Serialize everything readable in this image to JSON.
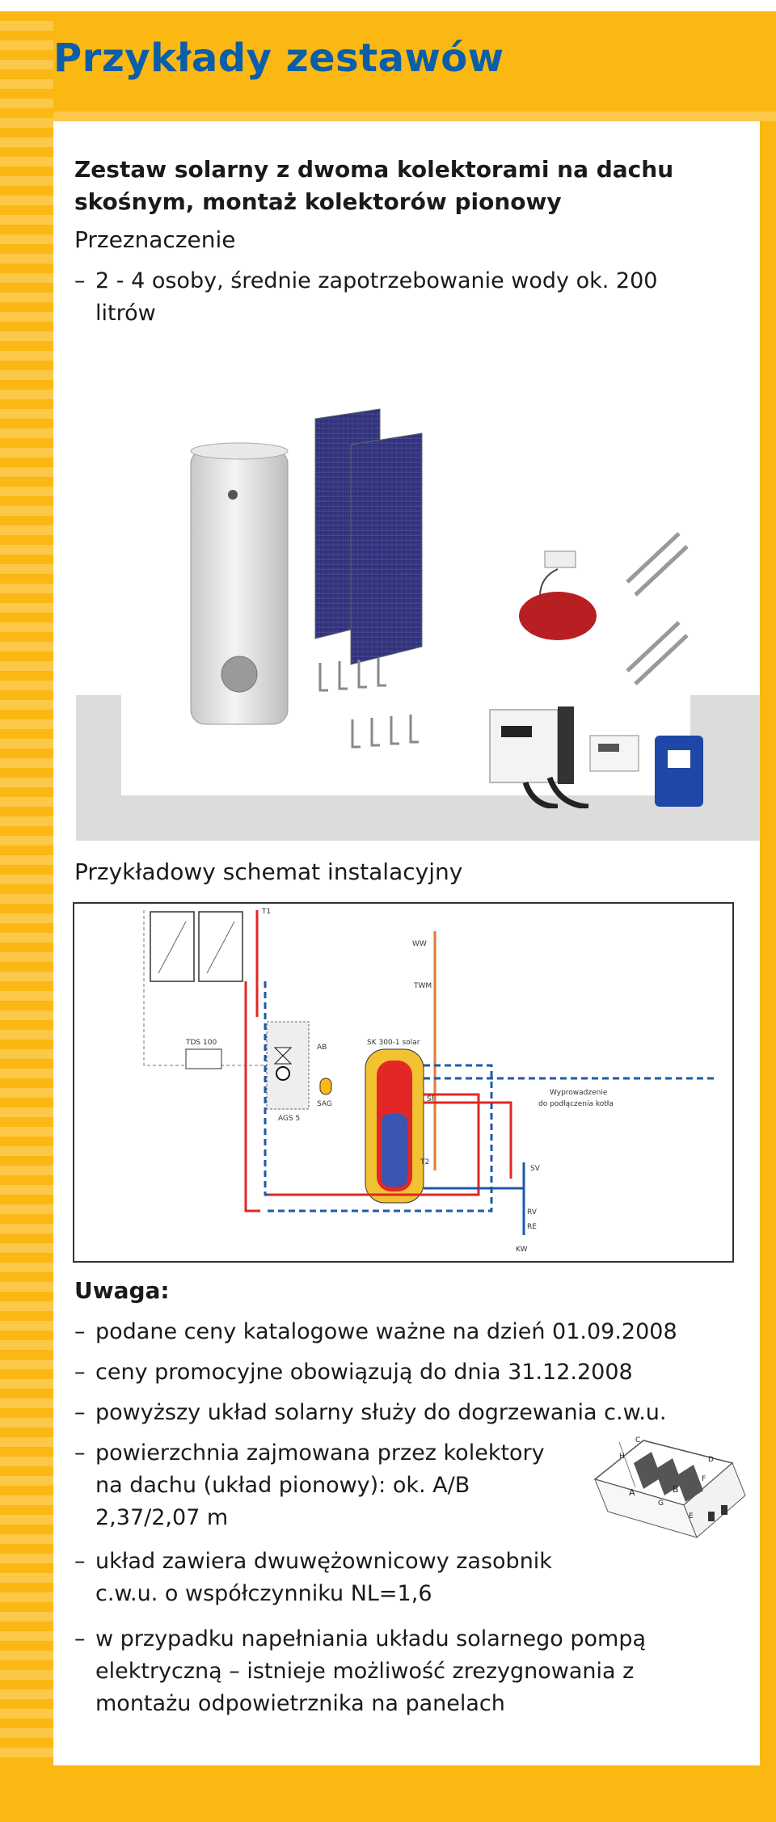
{
  "header": {
    "title": "Przykłady zestawów"
  },
  "set": {
    "title": "Zestaw solarny z dwoma kolektorami na dachu skośnym, montaż kolektorów pionowy",
    "purpose_label": "Przeznaczenie",
    "purpose_dash": "–",
    "purpose_text": "2 - 4 osoby, średnie zapotrzebowanie wody ok. 200 litrów"
  },
  "schema": {
    "label": "Przykładowy schemat instalacyjny",
    "labels": {
      "t1": "T1",
      "ww": "WW",
      "twm": "TWM",
      "tds": "TDS 100",
      "ab": "AB",
      "sk": "SK 300-1 solar",
      "sag": "SAG",
      "ags": "AGS 5",
      "sf": "SF",
      "outlet_1": "Wyprowadzenie",
      "outlet_2": "do podłączenia kotła",
      "t2": "T2",
      "sv": "SV",
      "rv": "RV",
      "re": "RE",
      "kw": "KW"
    }
  },
  "notes": {
    "title": "Uwaga:",
    "dash": "–",
    "items": [
      "podane ceny katalogowe ważne na dzień 01.09.2008",
      "ceny promocyjne obowiązują do dnia 31.12.2008",
      "powyższy układ solarny służy do dogrzewania c.w.u.",
      "powierzchnia zajmowana przez kolektory na dachu (układ pionowy): ok. A/B  2,37/2,07 m",
      "układ zawiera dwuwężownicowy zasobnik c.w.u. o współczynniku NL=1,6",
      "w przypadku napełniania układu solarnego pompą elektryczną – istnieje możliwość zrezygnowania z montażu odpowietrznika na panelach"
    ]
  },
  "roof_labels": {
    "a": "A",
    "b": "B",
    "c": "C",
    "d": "D",
    "h": "H",
    "g": "G",
    "e": "E",
    "f": "F"
  },
  "colors": {
    "yellow": "#fbb712",
    "stripe": "#fcc84a",
    "title_blue": "#0b5ea8",
    "pipe_red": "#e32626",
    "pipe_blue": "#1e5aa8"
  }
}
